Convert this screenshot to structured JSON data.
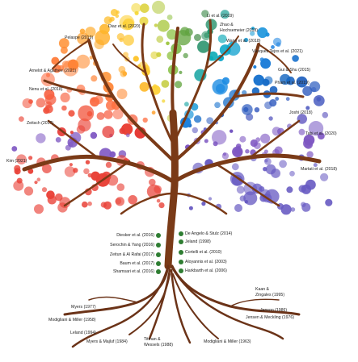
{
  "canopy_labels": [
    {
      "id": "li2019",
      "text": "Li et al. (2019)"
    },
    {
      "id": "diaz2020",
      "text": "Diaz et al. (2020)"
    },
    {
      "id": "zhao",
      "text": "Zhao &"
    },
    {
      "id": "hochsemeier",
      "text": "Hochsemeier (2018)"
    },
    {
      "id": "wang2018",
      "text": "Wang et al. (2018)"
    },
    {
      "id": "pelaspe",
      "text": "Pelaspe (2019)"
    },
    {
      "id": "vasquez",
      "text": "Vásquez Tejos et al. (2021)"
    },
    {
      "id": "gui",
      "text": "Gui & Shu (2015)"
    },
    {
      "id": "arnelot",
      "text": "Arnelot & Agathee (2021)"
    },
    {
      "id": "pham",
      "text": "Pham et al. (2019)"
    },
    {
      "id": "nenu",
      "text": "Nenu et al. (2018)"
    },
    {
      "id": "joshi",
      "text": "Joshi (2018)"
    },
    {
      "id": "zeitsch",
      "text": "Zeitsch (2017)"
    },
    {
      "id": "tabi",
      "text": "Tabi et al. (2020)"
    },
    {
      "id": "kim",
      "text": "Kim (2021)"
    },
    {
      "id": "martati",
      "text": "Martati et al. (2018)"
    }
  ],
  "trunk_labels": [
    {
      "id": "diesker",
      "text": "Diesker et al. (2016)"
    },
    {
      "id": "deangelo",
      "text": "De Angelo & Stulz (2014)"
    },
    {
      "id": "jeland",
      "text": "Jeland (1998)"
    },
    {
      "id": "serochin",
      "text": "Serochin & Yang (2016)"
    },
    {
      "id": "zeitun",
      "text": "Zeitun & Al Rafai (2017)"
    },
    {
      "id": "cortelli",
      "text": "Cortelli et al. (2010)"
    },
    {
      "id": "baum",
      "text": "Baum et al. (2017)"
    },
    {
      "id": "aloyannis",
      "text": "Aloyannis et al. (2003)"
    },
    {
      "id": "shamsari",
      "text": "Shamsari et al. (2016)"
    },
    {
      "id": "harkbarth",
      "text": "Harkbarth et al. (2006)"
    }
  ],
  "root_labels": [
    {
      "id": "kaan",
      "text": "Kaan &"
    },
    {
      "id": "zingales",
      "text": "Zingales (1995)"
    },
    {
      "id": "myers1977",
      "text": "Myers (1977)"
    },
    {
      "id": "jenson",
      "text": "Jenson (1986)"
    },
    {
      "id": "jensen",
      "text": "Jensen & Meckling (1976)"
    },
    {
      "id": "modigliani1958",
      "text": "Modigliani & Miller (1958)"
    },
    {
      "id": "leland",
      "text": "Leland (1994)"
    },
    {
      "id": "myersmajluf",
      "text": "Myers & Majluf (1984)"
    },
    {
      "id": "titman",
      "text": "Titman &"
    },
    {
      "id": "wessels",
      "text": "Wessels (1988)"
    },
    {
      "id": "modigliani1963",
      "text": "Modigliani & Miller (1963)"
    }
  ],
  "colors": {
    "trunk": "#7a3a17",
    "root": "#6b3318",
    "trunk_dot": "#2e7d32",
    "leaf_palette": [
      "#2e7d32",
      "#8bc34a",
      "#cddc39",
      "#00acc1",
      "#1565c0",
      "#5e35b1",
      "#9575cd",
      "#e53935",
      "#ef5350",
      "#ff7043",
      "#ff9800",
      "#ffb74d",
      "#fbc02d",
      "#ffcc80",
      "#4fc3f7",
      "#64b5f6"
    ]
  }
}
